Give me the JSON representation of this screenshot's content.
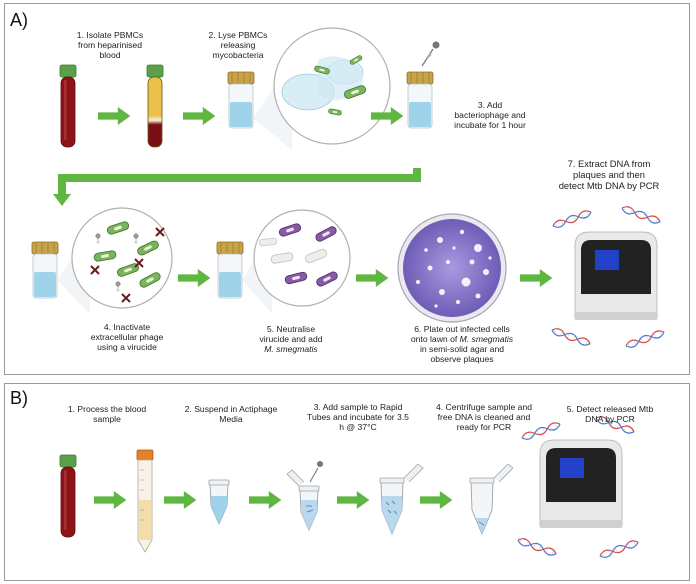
{
  "panel_a": {
    "label": "A)",
    "steps": {
      "s1": "1. Isolate PBMCs\nfrom heparinised\nblood",
      "s2": "2. Lyse PBMCs\nreleasing\nmycobacteria",
      "s3": "3. Add\nbacteriophage and\nincubate for 1 hour",
      "s4": "4. Inactivate\nextracellular phage\nusing a virucide",
      "s5_line1": "5. Neutralise",
      "s5_line2": "virucide and add",
      "s5_species": "M. smegmatis",
      "s6_line1": "6. Plate out infected cells",
      "s6_line2_pre": "onto lawn of ",
      "s6_species": "M. smegmatis",
      "s6_line3": "in semi-solid agar and",
      "s6_line4": "observe plaques",
      "s7": "7. Extract DNA from\nplaques and then\ndetect Mtb DNA by PCR"
    }
  },
  "panel_b": {
    "label": "B)",
    "steps": {
      "s1": "1. Process the blood\nsample",
      "s2": "2. Suspend in Actiphage\nMedia",
      "s3": "3. Add sample to Rapid\nTubes and incubate for 3.5\nh @ 37°C",
      "s4": "4. Centrifuge sample and\nfree DNA is cleaned and\nready for PCR",
      "s5": "5. Detect released Mtb\nDNA by PCR"
    }
  },
  "colors": {
    "arrow_green": "#5fb640",
    "blood_red": "#8c1419",
    "cap_green": "#5aa14a",
    "gold_cap": "#c9a34a",
    "liquid_blue": "#9fd3ea",
    "bacteria_green": "#7ab55c",
    "bacteria_purple": "#8a5aa8",
    "plate_purple": "#7d6ac0",
    "pcr_screen": "#2340c8",
    "dna_red": "#d24b4b",
    "dna_blue": "#4a7ad0"
  }
}
